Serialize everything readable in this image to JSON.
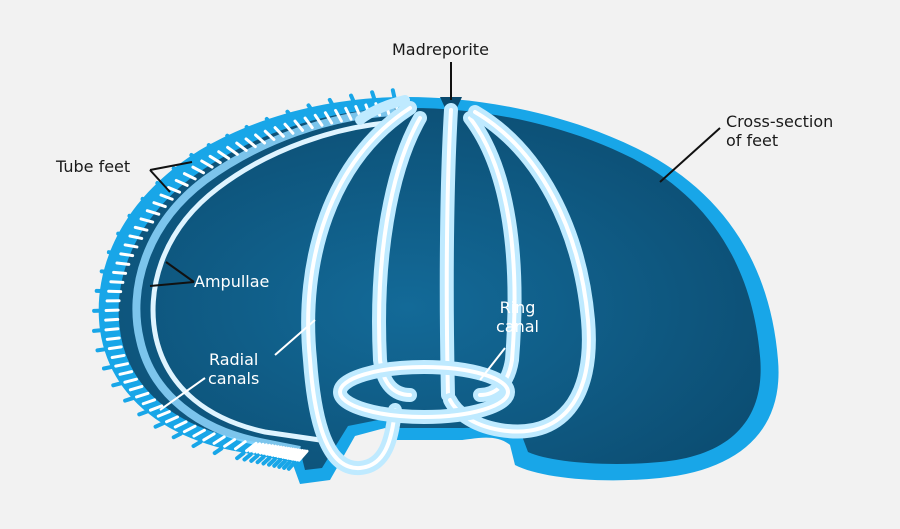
{
  "colors": {
    "background": "#f2f2f2",
    "body_dark": "#0b4a6e",
    "body_mid": "#0e5f8a",
    "outline_blue": "#18a6e8",
    "canal_light": "#cfefff",
    "tube_feet": "#ffffff",
    "leader_line": "#111111"
  },
  "labels": {
    "madreporite": "Madreporite",
    "cross_section": "Cross-section\nof feet",
    "tube_feet": "Tube feet",
    "ampullae": "Ampullae",
    "radial_canals": "Radial\ncanals",
    "ring_canal": "Ring\ncanal"
  }
}
